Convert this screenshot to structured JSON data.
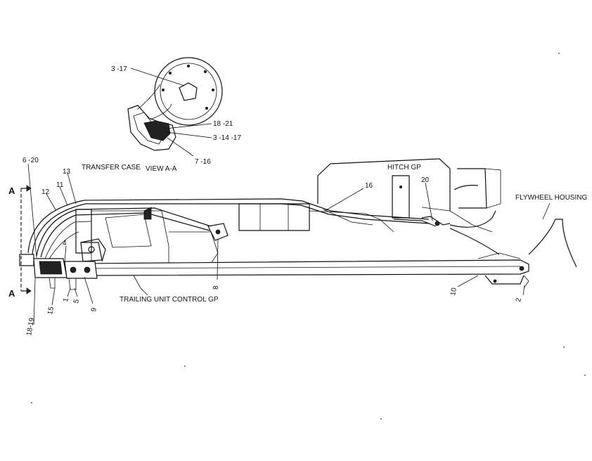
{
  "view_labels": {
    "transfer_case": "TRANSFER CASE",
    "view_aa": "VIEW A-A",
    "hitch_gp": "HITCH GP",
    "flywheel_housing": "FLYWHEEL HOUSING",
    "trailing_unit_control_gp": "TRAILING UNIT CONTROL GP",
    "section_a_top": "A",
    "section_a_bottom": "A"
  },
  "callouts": {
    "c_3_17": "3 -17",
    "c_18_21": "18 -21",
    "c_3_14_17": "3 -14 -17",
    "c_7_16": "7 -16",
    "c_6_20": "6 -20",
    "c_13": "13",
    "c_12": "12",
    "c_11": "11",
    "c_4": "4",
    "c_16": "16",
    "c_20": "20",
    "c_8": "8",
    "c_10": "10",
    "c_2": "2",
    "c_15": "15",
    "c_1": "1",
    "c_5": "5",
    "c_9": "9",
    "c_18_19": "18-19"
  }
}
